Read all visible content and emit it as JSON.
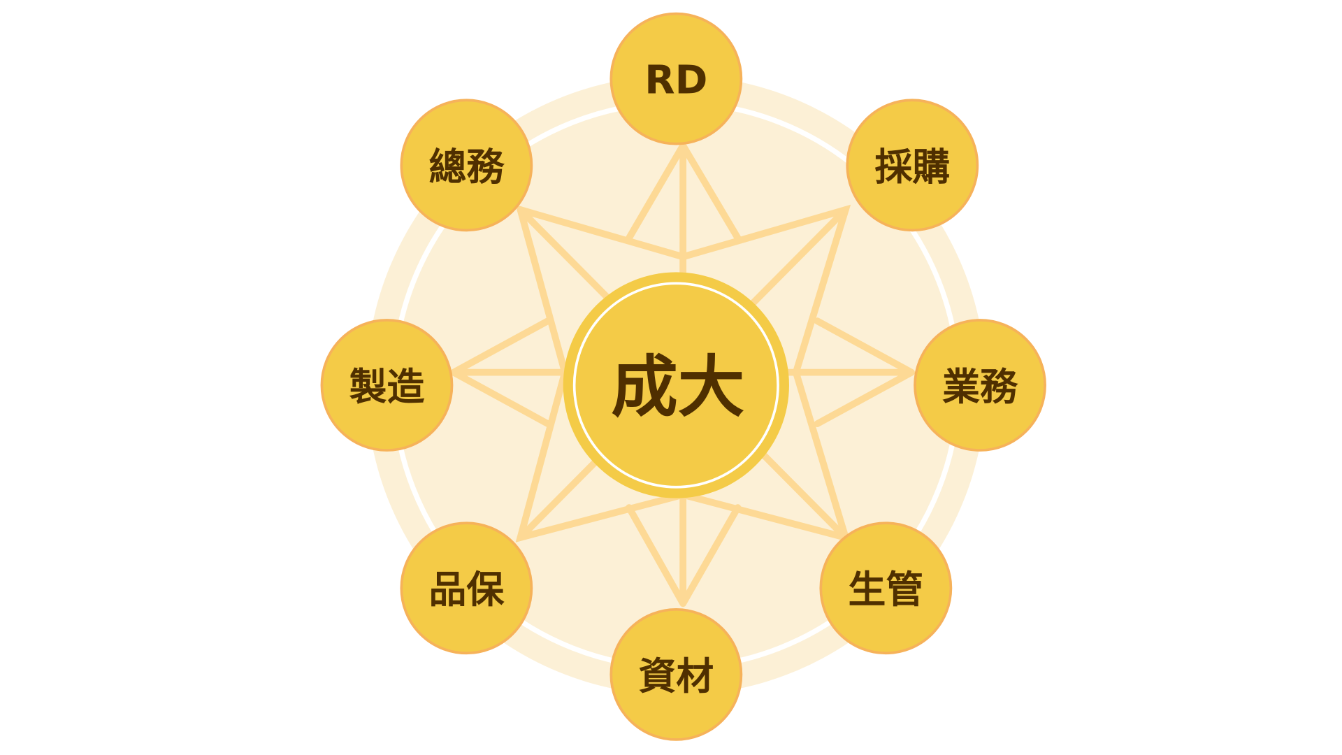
{
  "center": {
    "label": "成大"
  },
  "nodes": [
    {
      "id": "rd",
      "label": "RD"
    },
    {
      "id": "purchasing",
      "label": "採購"
    },
    {
      "id": "sales",
      "label": "業務"
    },
    {
      "id": "production-control",
      "label": "生管"
    },
    {
      "id": "materials",
      "label": "資材"
    },
    {
      "id": "quality-assurance",
      "label": "品保"
    },
    {
      "id": "manufacturing",
      "label": "製造"
    },
    {
      "id": "general-affairs",
      "label": "總務"
    }
  ],
  "colors": {
    "background_disc": "#FCF0D6",
    "star_lines": "#FDD995",
    "node_fill": "#F4CB47",
    "node_stroke": "#F6B25A",
    "text": "#4F2F00"
  }
}
